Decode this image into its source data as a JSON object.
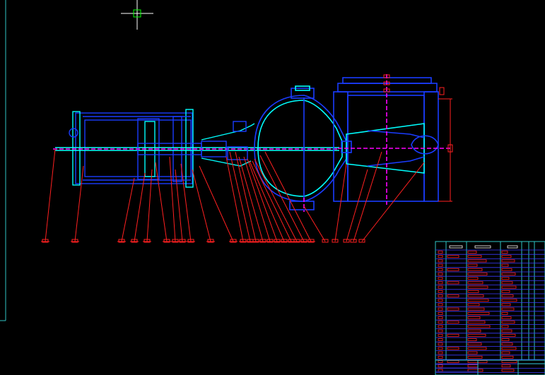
{
  "viewport": {
    "background": "#000000"
  },
  "colors": {
    "frame": "#2fc6c6",
    "part_outline": "#1a3cff",
    "part_fill": "#00ffff",
    "leader": "#ff2020",
    "centerline": "#ff00ff",
    "table_line": "#3a3cff",
    "crosshair": "#ffffff",
    "cursor_box": "#00ff00"
  },
  "icons": {
    "crosshair": "crosshair-cursor-icon"
  },
  "drawing": {
    "balloon_count_left": 22,
    "balloon_count_right": 5
  },
  "parts_table": {
    "row_count": 28
  }
}
